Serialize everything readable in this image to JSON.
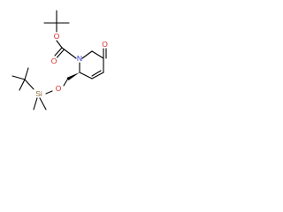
{
  "atoms": {
    "n": {
      "label": "N",
      "color": "#2b36d8"
    },
    "o_carbonyl": {
      "label": "O",
      "color": "#d62828"
    },
    "o_ring_ketone": {
      "label": "O",
      "color": "#d62828"
    },
    "o_ester": {
      "label": "O",
      "color": "#d62828"
    },
    "o_silyl_ether": {
      "label": "O",
      "color": "#d62828"
    },
    "si": {
      "label": "Si",
      "color": "#8c6a3a"
    }
  },
  "colors": {
    "bond": "#000000",
    "background": "#ffffff"
  }
}
